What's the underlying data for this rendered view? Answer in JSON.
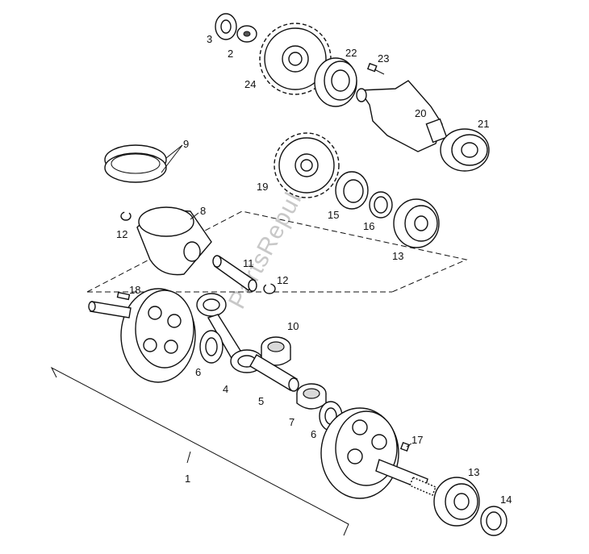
{
  "watermark": "PartsRepublik",
  "labels": {
    "l1": "1",
    "l2": "2",
    "l3": "3",
    "l4": "4",
    "l5": "5",
    "l6a": "6",
    "l6b": "6",
    "l7": "7",
    "l8": "8",
    "l9": "9",
    "l10": "10",
    "l11": "11",
    "l12a": "12",
    "l12b": "12",
    "l13a": "13",
    "l13b": "13",
    "l14": "14",
    "l15": "15",
    "l16": "16",
    "l17": "17",
    "l18": "18",
    "l19": "19",
    "l20": "20",
    "l21": "21",
    "l22": "22",
    "l23": "23",
    "l24": "24"
  }
}
